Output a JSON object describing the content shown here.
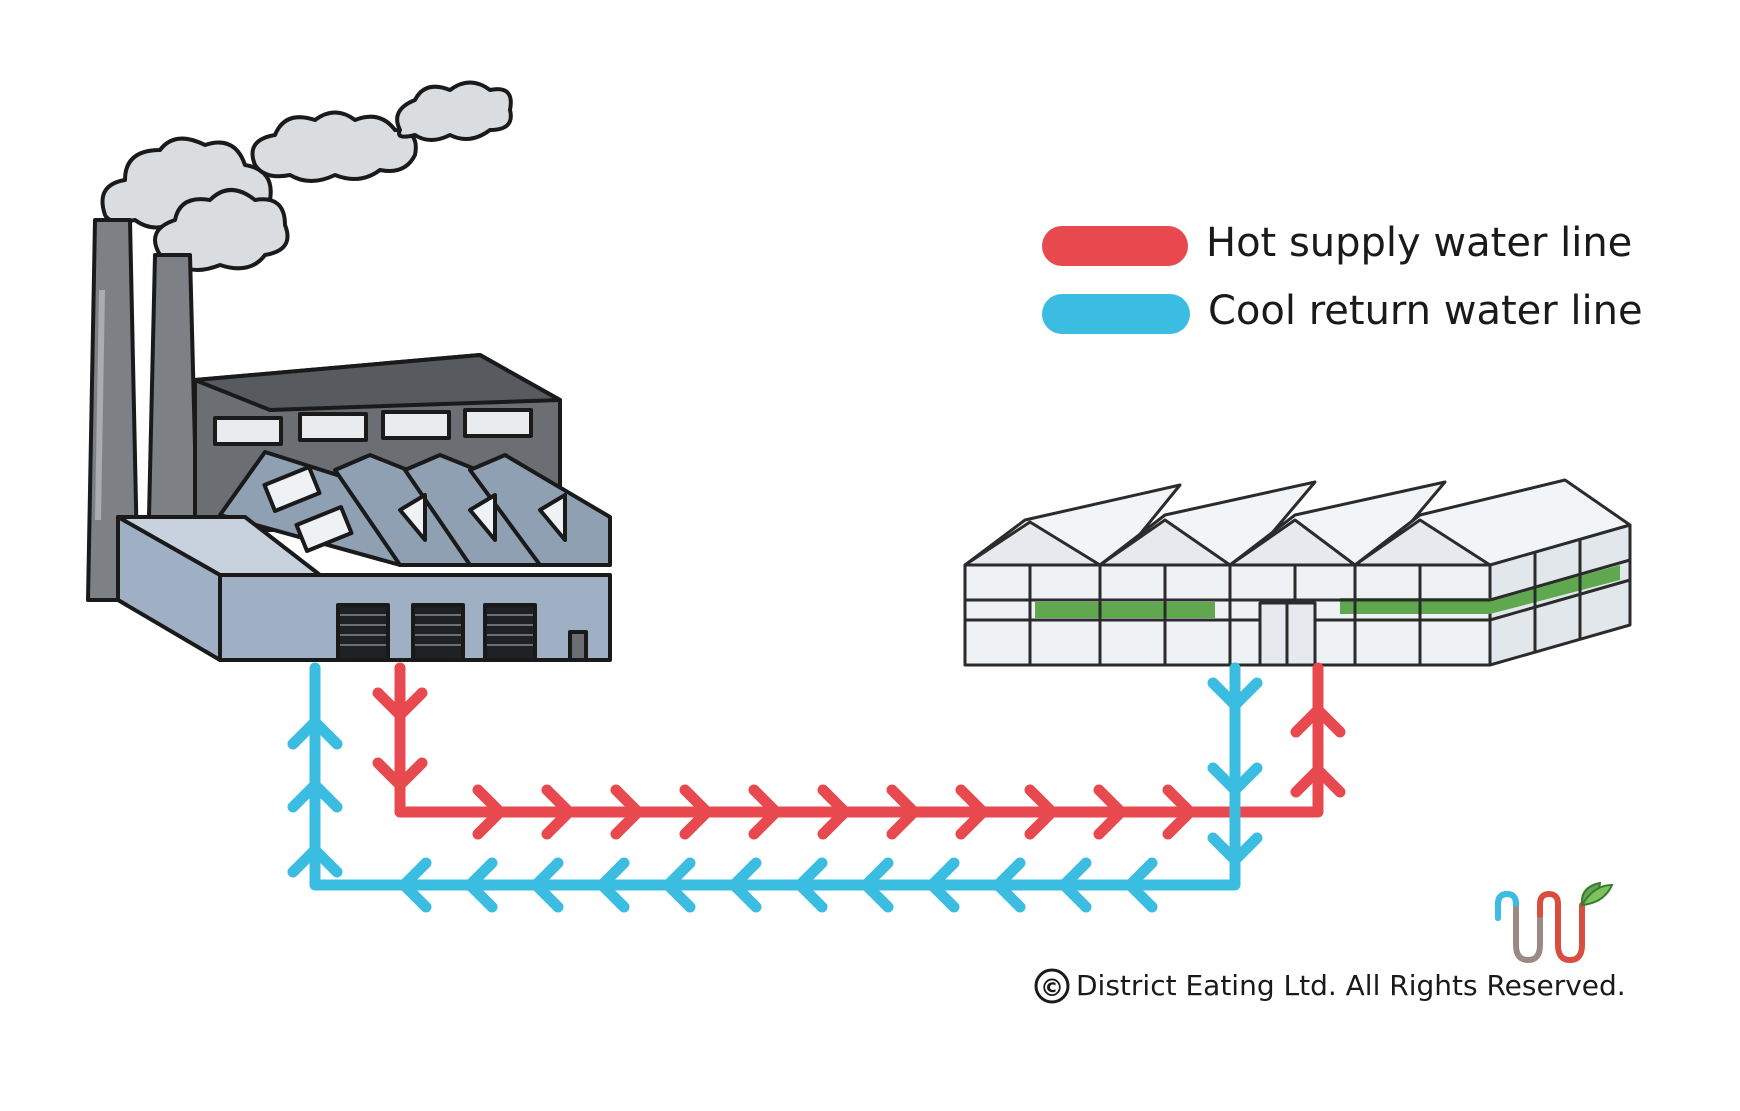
{
  "legend": {
    "hot_label": "Hot supply water line",
    "cool_label": "Cool return water line"
  },
  "footer": {
    "copyright_symbol": "©",
    "copyright_text": "District Eating Ltd. All Rights Reserved."
  },
  "colors": {
    "hot": "#e8494e",
    "cool": "#3bbde1",
    "outline": "#1a1a1a",
    "factory_wall": "#9fb0c4",
    "factory_dark": "#6b6f73",
    "smoke": "#d9dde0",
    "greenhouse_frame": "#2b2b2b",
    "plants": "#5fa84f"
  },
  "icons": {
    "factory": "factory-icon",
    "greenhouse": "greenhouse-icon",
    "logo": "district-heating-logo-icon"
  }
}
